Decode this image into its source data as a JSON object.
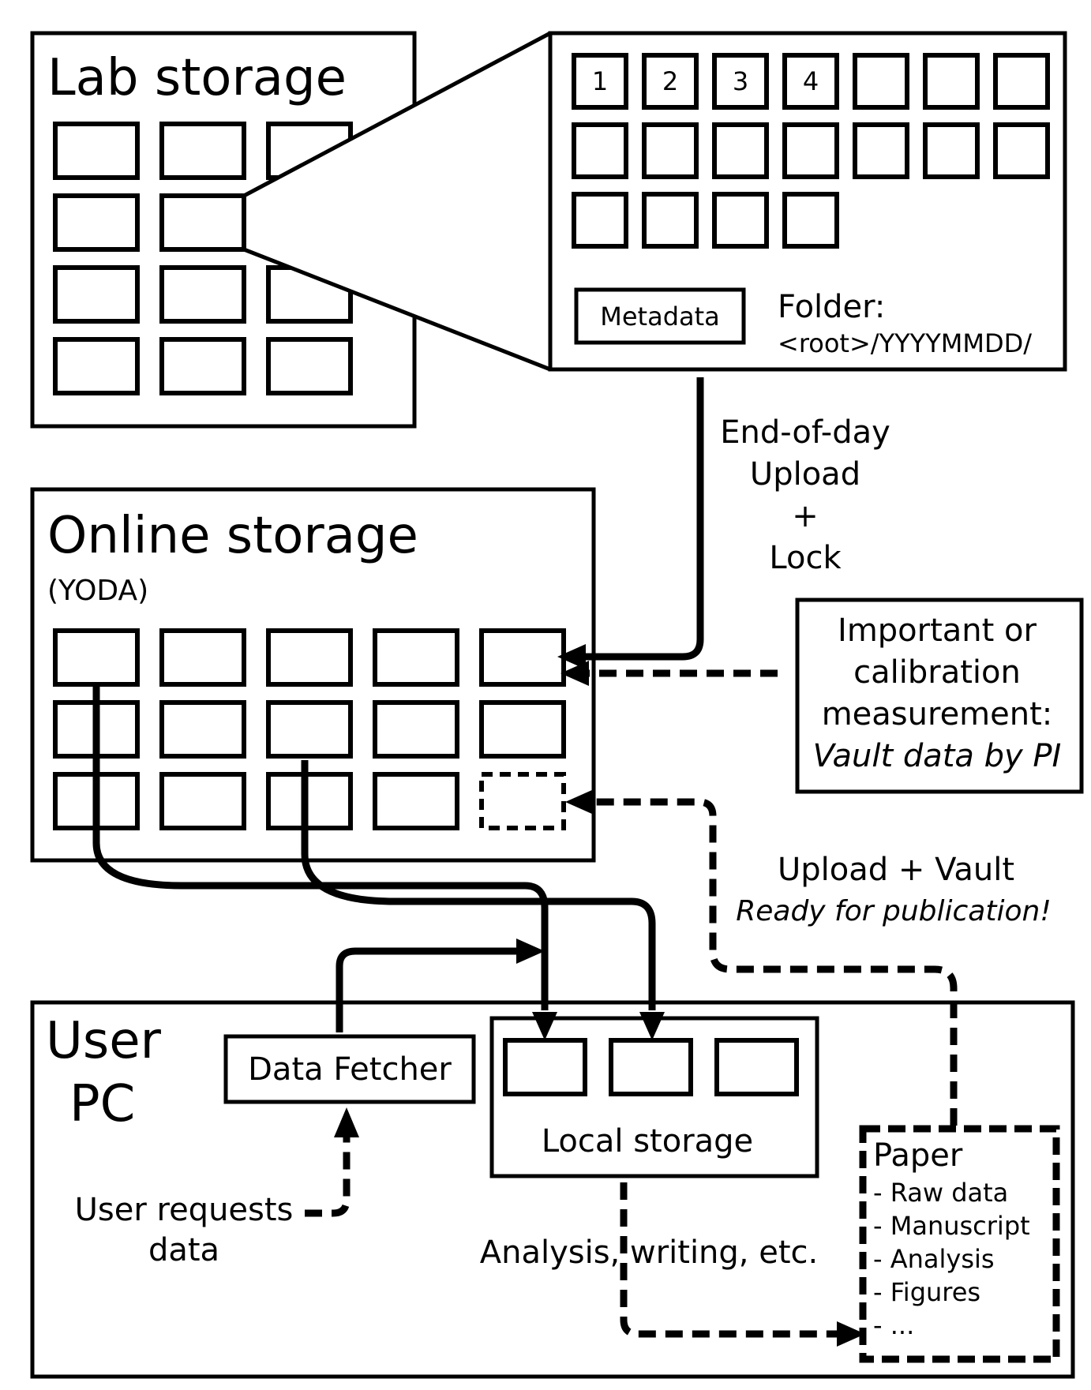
{
  "lab_storage": {
    "title": "Lab storage"
  },
  "zoom_panel": {
    "numbers": [
      "1",
      "2",
      "3",
      "4"
    ],
    "number_colors": [
      "#000000",
      "#333333",
      "#888888",
      "#cccccc"
    ],
    "metadata_label": "Metadata",
    "folder_label": "Folder:",
    "folder_path": "<root>/YYYYMMDD/"
  },
  "upload_label": {
    "line1": "End-of-day",
    "line2": "Upload",
    "line3": "+",
    "line4": "Lock"
  },
  "online_storage": {
    "title": "Online storage",
    "subtitle": "(YODA)"
  },
  "vault_box": {
    "line1": "Important or",
    "line2": "calibration",
    "line3": "measurement:",
    "line4": "Vault data by PI"
  },
  "publication_label": {
    "line1": "Upload + Vault",
    "line2": "Ready for publication!"
  },
  "user_pc": {
    "title_line1": "User",
    "title_line2": "PC",
    "data_fetcher": "Data Fetcher",
    "local_storage": "Local storage",
    "user_requests_line1": "User requests",
    "user_requests_line2": "data",
    "analysis_label": "Analysis, writing, etc."
  },
  "paper": {
    "title": "Paper",
    "items": [
      "- Raw data",
      "- Manuscript",
      "- Analysis",
      "- Figures",
      "- ..."
    ]
  }
}
